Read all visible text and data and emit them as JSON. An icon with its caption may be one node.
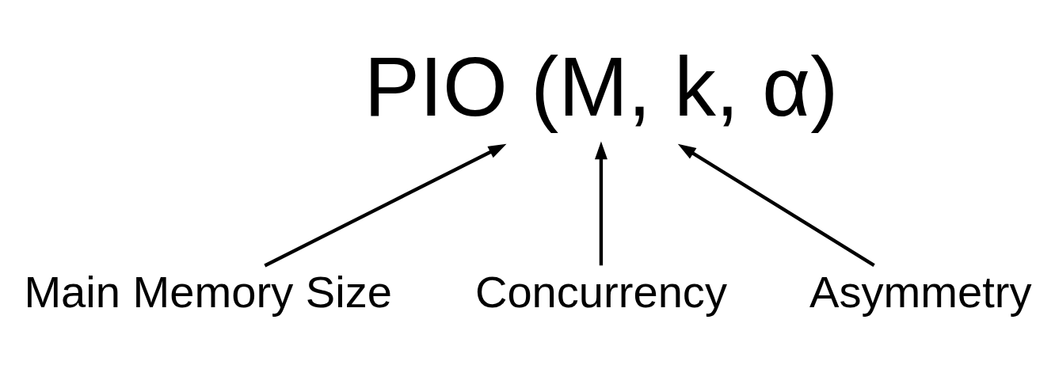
{
  "diagram": {
    "nodes": [
      {
        "text": [
          "PIO (M, k, α)"
        ]
      },
      {
        "text": [
          "Main Memory Size"
        ]
      },
      {
        "text": [
          "Concurrency"
        ]
      },
      {
        "text": [
          "Asymmetry"
        ]
      }
    ],
    "edges": [
      {
        "from": 1,
        "to": 0,
        "arrow": "to"
      },
      {
        "from": 2,
        "to": 0,
        "arrow": "to"
      },
      {
        "from": 3,
        "to": 0,
        "arrow": "to"
      }
    ]
  }
}
